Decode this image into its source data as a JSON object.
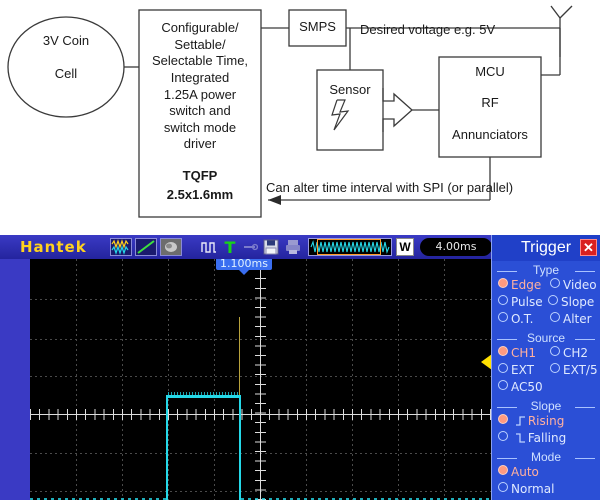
{
  "diagram": {
    "blocks": {
      "battery": "3V Coin\n\nCell",
      "timer_ic": "Configurable/\nSettable/\nSelectable Time,\nIntegrated\n1.25A power\nswitch and\nswitch mode\ndriver",
      "timer_ic_bold1": "TQFP",
      "timer_ic_bold2": "2.5x1.6mm",
      "smps": "SMPS",
      "sensor": "Sensor",
      "mcu_line1": "MCU",
      "mcu_line2": "RF",
      "mcu_line3": "Annunciators"
    },
    "annotations": {
      "voltage": "Desired voltage e.g. 5V",
      "spi": "Can alter time interval with SPI (or parallel)"
    },
    "icons": {
      "sensor_glyph": "lightning-bolt-icon",
      "antenna_glyph": "antenna-icon",
      "block_arrow": "block-arrow-right-icon"
    }
  },
  "scope": {
    "brand": "Hantek",
    "toolbar": {
      "icons": [
        "waveform-display-icon",
        "line-trace-icon",
        "persistence-display-icon",
        "pulse-measure-icon",
        "trigger-T-icon",
        "cursor-icon",
        "save-floppy-icon",
        "print-icon"
      ],
      "w_button": "W",
      "timebase": "4.00ms",
      "navigator": "record-navigator"
    },
    "display": {
      "trigger_position": "1.100ms",
      "trigger_level_marker": "trigger-level-arrow",
      "channel": "CH1",
      "waveform_color": "#25d8e8",
      "grid_color": "#3c3c3c",
      "background": "#000000"
    },
    "trigger_panel": {
      "title": "Trigger",
      "close": "✕",
      "groups": [
        {
          "name": "Type",
          "options": [
            {
              "label": "Edge",
              "selected": true
            },
            {
              "label": "Video",
              "selected": false
            },
            {
              "label": "Pulse",
              "selected": false
            },
            {
              "label": "Slope",
              "selected": false
            },
            {
              "label": "O.T.",
              "selected": false
            },
            {
              "label": "Alter",
              "selected": false
            }
          ]
        },
        {
          "name": "Source",
          "options": [
            {
              "label": "CH1",
              "selected": true
            },
            {
              "label": "CH2",
              "selected": false
            },
            {
              "label": "EXT",
              "selected": false
            },
            {
              "label": "EXT/5",
              "selected": false
            },
            {
              "label": "AC50",
              "selected": false
            }
          ]
        },
        {
          "name": "Slope",
          "options": [
            {
              "label": "Rising",
              "selected": true
            },
            {
              "label": "Falling",
              "selected": false
            }
          ]
        },
        {
          "name": "Mode",
          "options": [
            {
              "label": "Auto",
              "selected": true
            },
            {
              "label": "Normal",
              "selected": false
            }
          ]
        }
      ]
    }
  },
  "colors": {
    "hantek_yellow": "#ffd21e",
    "panel_blue": "#2b4fd6",
    "toolbar_blue": "#2b2bb0",
    "waveform_cyan": "#25d8e8",
    "trigger_yellow": "#ffe000",
    "close_red": "#d92020"
  }
}
